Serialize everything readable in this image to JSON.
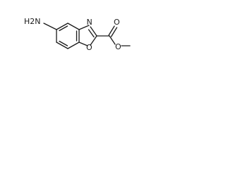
{
  "molecule": {
    "labels": {
      "amine": "H2N",
      "ring_nitrogen": "N",
      "ring_oxygen": "O",
      "carbonyl_oxygen": "O",
      "ester_oxygen": "O"
    }
  },
  "colors": {
    "bond": "#1a1a1a",
    "label": "#1a1a1a",
    "background": "#ffffff"
  }
}
